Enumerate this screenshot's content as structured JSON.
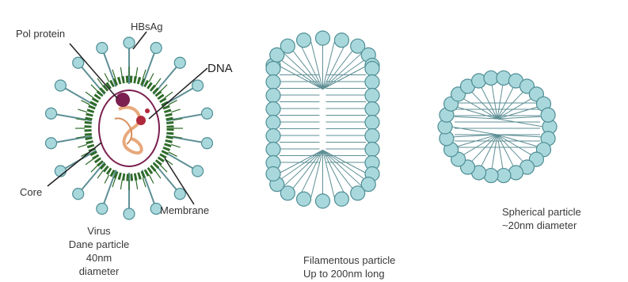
{
  "virus": {
    "labels": {
      "pol_protein": "Pol protein",
      "hbsag": "HBsAg",
      "dna": "DNA",
      "core": "Core",
      "membrane": "Membrane"
    },
    "caption": [
      "Virus",
      "Dane particle",
      "40nm",
      "diameter"
    ]
  },
  "filamentous": {
    "caption": [
      "Filamentous particle",
      "Up to 200nm long"
    ]
  },
  "spherical": {
    "caption": [
      "Spherical particle",
      "~20nm diameter"
    ]
  },
  "colors": {
    "bead_fill": "#a9d8dc",
    "bead_stroke": "#4e8e95",
    "line": "#5d8f95",
    "membrane_green": "#2f6b2a",
    "core_pink": "#e8b7c8",
    "dna_purple": "#7a1f4f",
    "pol_red": "#b0283c"
  }
}
